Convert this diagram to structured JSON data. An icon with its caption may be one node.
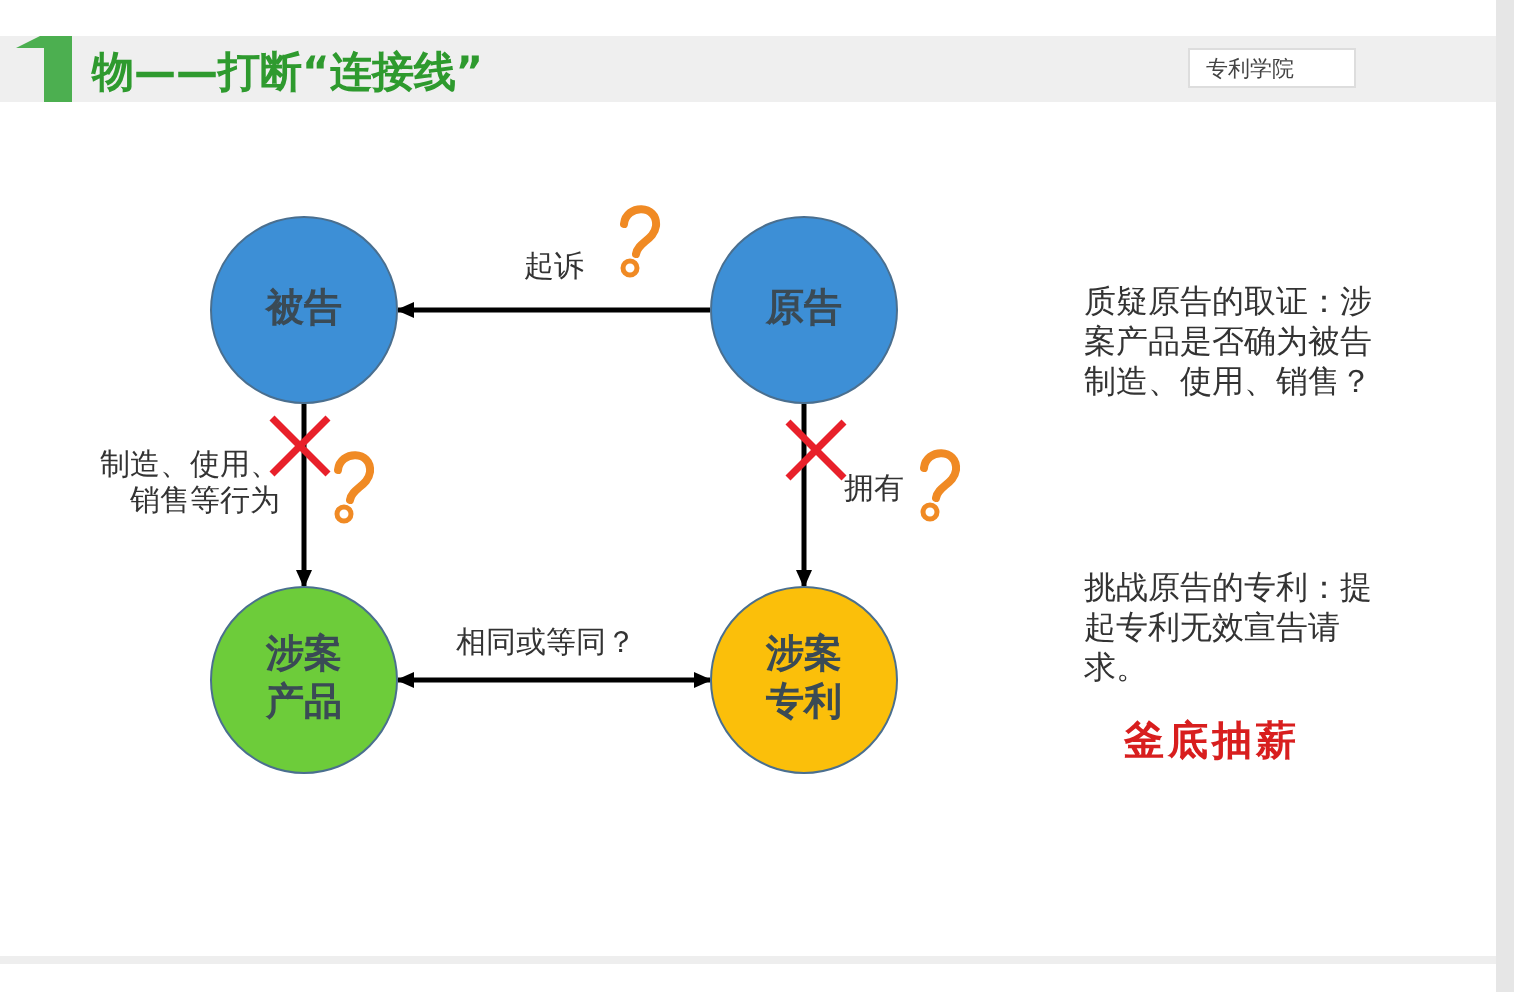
{
  "diagram": {
    "title": "物——打断“连接线”",
    "nodes": [
      {
        "text": [
          "被告"
        ]
      },
      {
        "text": [
          "原告"
        ]
      },
      {
        "text": [
          "涉案产品"
        ]
      },
      {
        "text": [
          "涉案专利"
        ]
      }
    ],
    "edges": [
      {
        "from": 1,
        "to": 0,
        "arrow": "to",
        "label": "起诉"
      },
      {
        "from": 0,
        "to": 2,
        "arrow": "to",
        "label": "制造、使用、销售等行为"
      },
      {
        "from": 1,
        "to": 3,
        "arrow": "to",
        "label": "拥有"
      },
      {
        "from": 2,
        "to": 3,
        "arrow": "both",
        "label": "相同或等同？"
      }
    ],
    "labels": [
      "专利学院",
      "质疑原告的取证：涉案产品是否确为被告制造、使用、销售？",
      "挑战原告的专利：提起专利无效宣告请求。",
      "釜底抽薪"
    ]
  }
}
